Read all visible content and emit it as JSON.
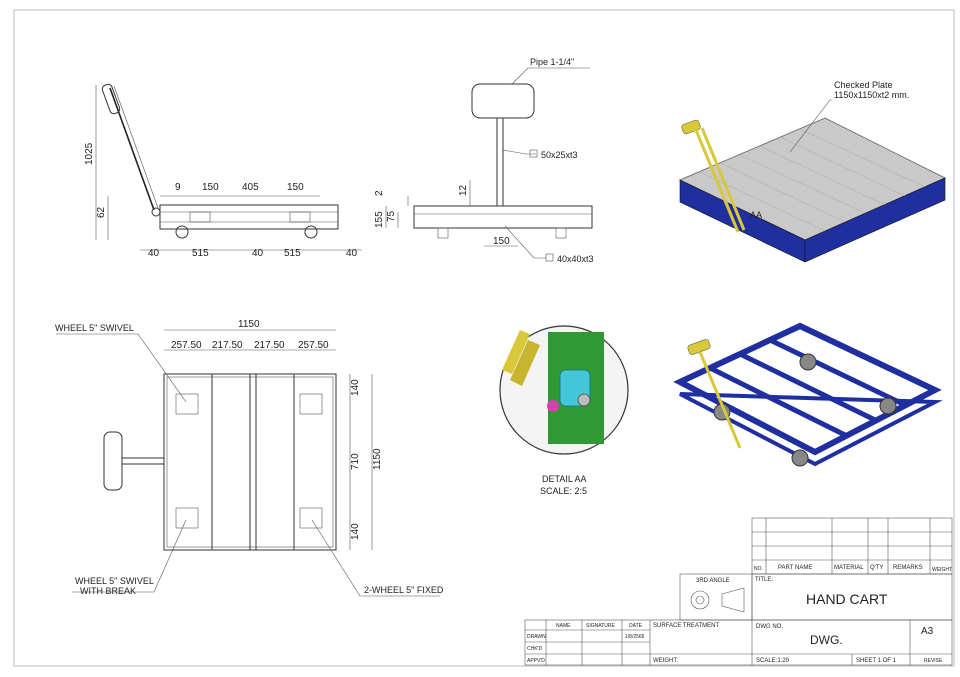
{
  "views": {
    "side": {
      "dims": [
        "1025",
        "62",
        "9",
        "150",
        "405",
        "150",
        "40",
        "515",
        "40",
        "515",
        "40"
      ]
    },
    "front": {
      "pipe_label": "Pipe 1-1/4\"",
      "tube1": "50x25xt3",
      "tube2": "40x40xt3",
      "dims": [
        "155",
        "75",
        "2",
        "12",
        "150"
      ]
    },
    "iso_top": {
      "plate_label_1": "Checked Plate",
      "plate_label_2": "1150x1150xt2 mm.",
      "detail_mark": "AA"
    },
    "top": {
      "dims_top": [
        "1150",
        "257.50",
        "217.50",
        "217.50",
        "257.50"
      ],
      "dims_right": [
        "140",
        "710",
        "1150",
        "140"
      ],
      "labels": {
        "swivel": "WHEEL 5\" SWIVEL",
        "swivel_break_1": "WHEEL 5\" SWIVEL",
        "swivel_break_2": "WITH BREAK",
        "fixed": "2-WHEEL 5\" FIXED"
      }
    },
    "detail": {
      "title": "DETAIL AA",
      "scale": "SCALE: 2:5"
    }
  },
  "title_block": {
    "bom_headers": [
      "NO.",
      "PART NAME",
      "MATERIAL",
      "Q'TY",
      "REMARKS",
      "WEIGHT"
    ],
    "projection": "3RD ANGLE",
    "title_label": "TITLE:",
    "title": "HAND CART",
    "col_name": "NAME",
    "col_signature": "SIGNATURE",
    "col_date": "DATE",
    "surface_treatment": "SURFACE TREATMENT",
    "rows": [
      "DRAWN",
      "CHK'D",
      "APPV'D"
    ],
    "date_value": "1/8/2566",
    "dwg_no_label": "DWG NO.",
    "dwg_value": "DWG.",
    "size": "A3",
    "weight_label": "WEIGHT:",
    "scale_label": "SCALE:1:20",
    "sheet": "SHEET 1 OF 1",
    "revise": "REVISE"
  },
  "colors": {
    "frame_blue": "#1f2fa0",
    "handle_yellow": "#d9c839",
    "plate_gray": "#c9c9c9",
    "detail_green": "#2f9a35",
    "detail_cyan": "#44c7d8"
  }
}
